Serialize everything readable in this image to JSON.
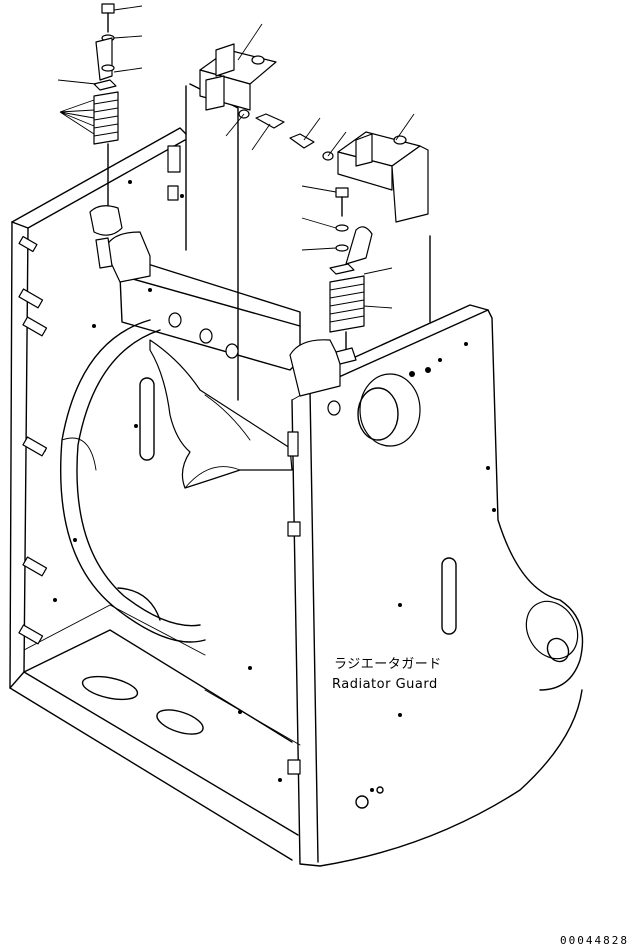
{
  "diagram": {
    "label_jp": "ラジエータガード",
    "label_en": "Radiator Guard",
    "drawing_number": "00044828"
  }
}
